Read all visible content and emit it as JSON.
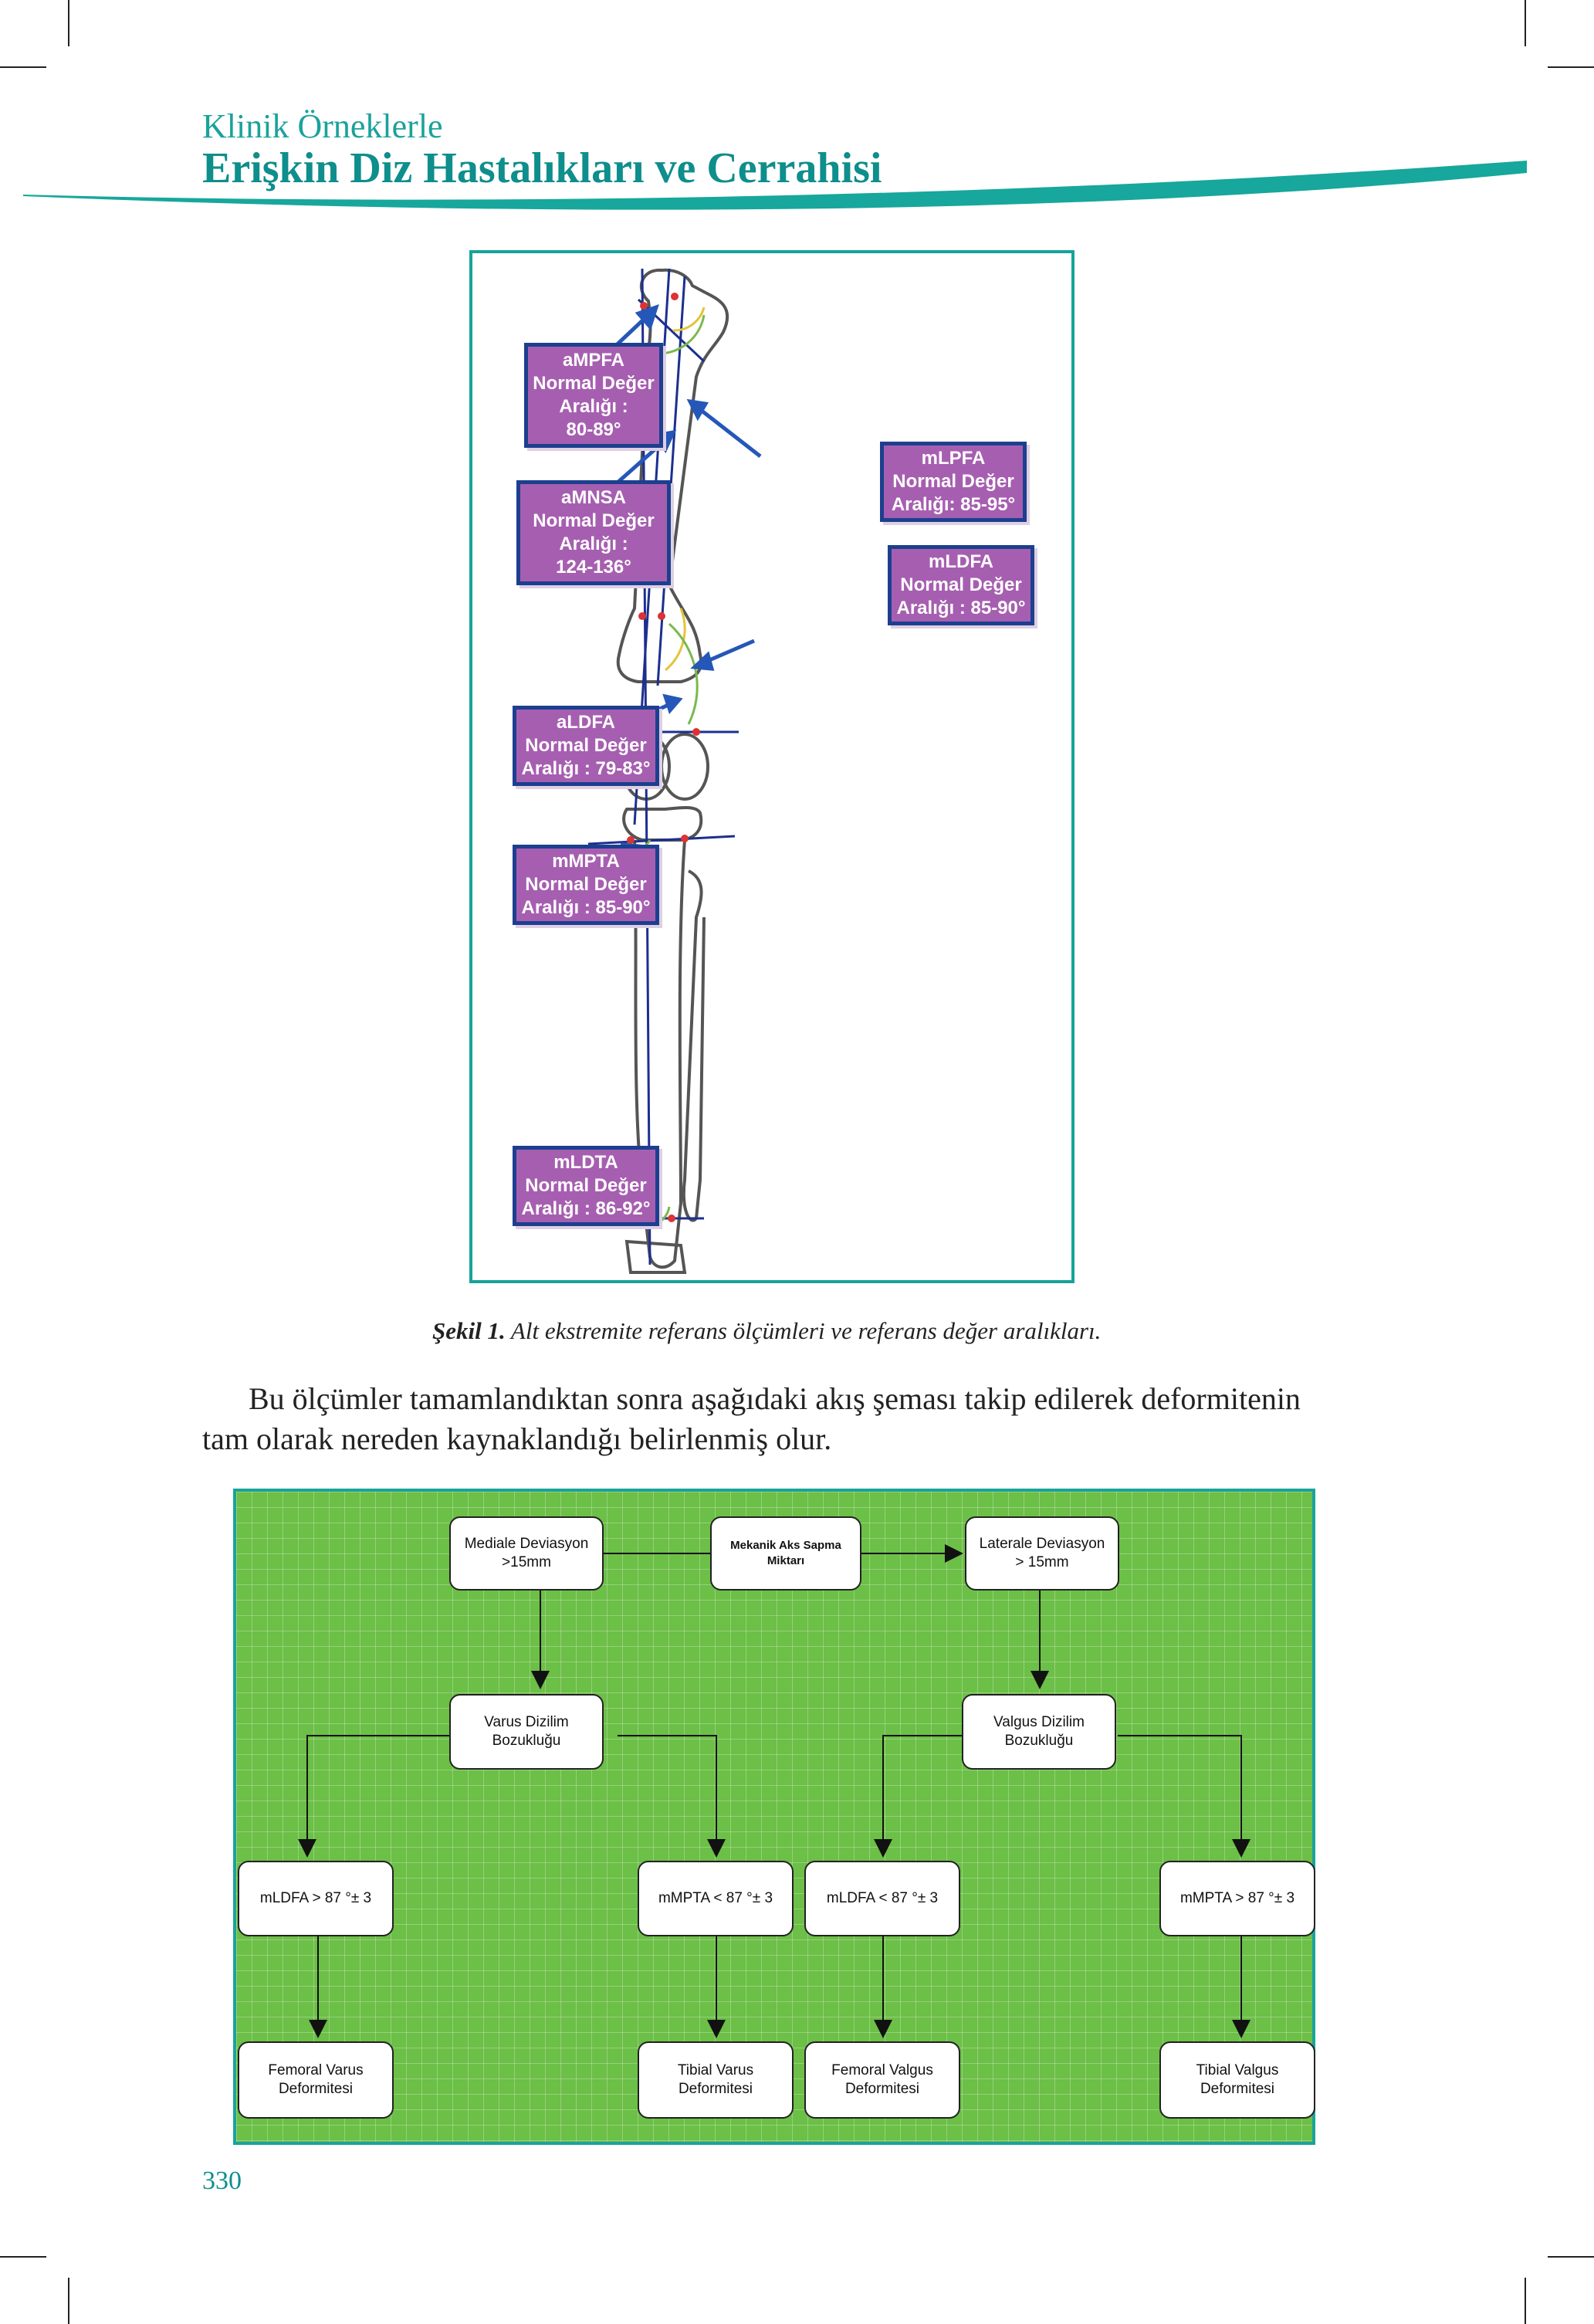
{
  "header": {
    "subtitle": "Klinik Örneklerle",
    "title": "Erişkin Diz Hastalıkları ve Cerrahisi"
  },
  "figure": {
    "labels": [
      {
        "name": "aMPFA",
        "line1": "Normal Değer",
        "line2": "Aralığı :",
        "range": "80-89°"
      },
      {
        "name": "aMNSA",
        "line1": "Normal Değer",
        "line2": "Aralığı :",
        "range": "124-136°"
      },
      {
        "name": "mLPFA",
        "line1": "Normal Değer",
        "line2": "Aralığı: 85-95°",
        "range": ""
      },
      {
        "name": "mLDFA",
        "line1": "Normal Değer",
        "line2": "Aralığı : 85-90°",
        "range": ""
      },
      {
        "name": "aLDFA",
        "line1": "Normal Değer",
        "line2": "Aralığı : 79-83°",
        "range": ""
      },
      {
        "name": "mMPTA",
        "line1": "Normal Değer",
        "line2": "Aralığı : 85-90°",
        "range": ""
      },
      {
        "name": "mLDTA",
        "line1": "Normal Değer",
        "line2": "Aralığı : 86-92°",
        "range": ""
      }
    ]
  },
  "caption": {
    "label": "Şekil 1.",
    "text": " Alt ekstremite referans ölçümleri ve referans değer aralıkları."
  },
  "paragraph": {
    "line1": "Bu ölçümler tamamlandıktan sonra aşağıdaki akış şeması takip edilerek deformitenin",
    "line2": "tam olarak nereden kaynaklandığı belirlenmiş olur."
  },
  "flowchart": {
    "center": {
      "line1": "Mekanik Aks Sapma",
      "line2": "Miktarı"
    },
    "medial": {
      "line1": "Mediale  Deviasyon",
      "line2": ">15mm"
    },
    "lateral": {
      "line1": "Laterale Deviasyon",
      "line2": "> 15mm"
    },
    "varus": {
      "line1": "Varus Dizilim",
      "line2": "Bozukluğu"
    },
    "valgus": {
      "line1": "Valgus Dizilim",
      "line2": "Bozukluğu"
    },
    "c1": "mLDFA > 87 °± 3",
    "c2": "mMPTA  < 87 °± 3",
    "c3": "mLDFA  < 87 °± 3",
    "c4": "mMPTA  > 87 °± 3",
    "r1": {
      "line1": "Femoral Varus",
      "line2": "Deformitesi"
    },
    "r2": {
      "line1": "Tibial Varus",
      "line2": "Deformitesi"
    },
    "r3": {
      "line1": "Femoral Valgus",
      "line2": "Deformitesi"
    },
    "r4": {
      "line1": "Tibial Valgus",
      "line2": "Deformitesi"
    }
  },
  "page_number": "330"
}
